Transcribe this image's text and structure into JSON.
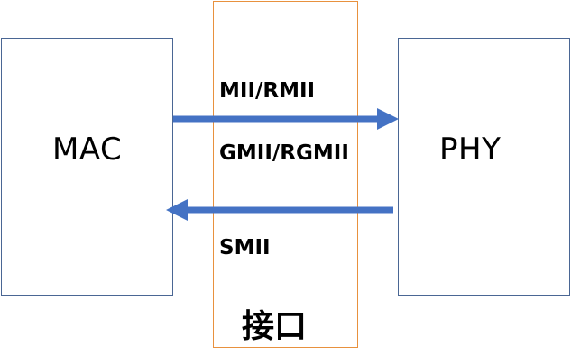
{
  "diagram": {
    "mac_label": "MAC",
    "phy_label": "PHY",
    "interface_label": "接口",
    "protocols": [
      "MII/RMII",
      "GMII/RGMII",
      "SMII"
    ]
  },
  "colors": {
    "block_border": "#4a6694",
    "interface_border": "#e8913e",
    "arrow": "#4472c4"
  }
}
